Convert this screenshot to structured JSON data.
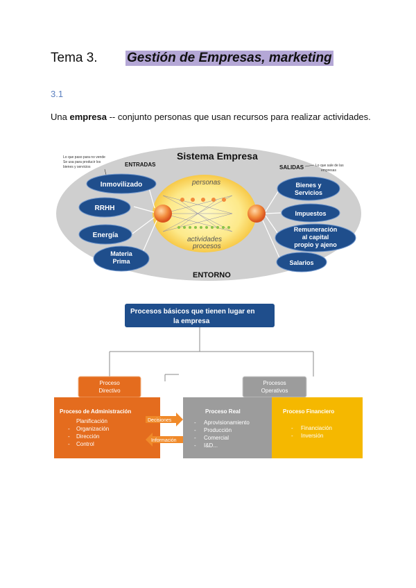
{
  "heading": {
    "tema": "Tema 3.",
    "title": "Gestión de Empresas, marketing"
  },
  "section_number": "3.1",
  "intro": {
    "prefix": "Una ",
    "bold": "empresa",
    "rest": " -- conjunto personas que usan recursos para realizar actividades."
  },
  "diagram1": {
    "title": "Sistema Empresa",
    "entradas_label": "ENTRADAS",
    "salidas_label": "SALIDAS",
    "entorno_label": "ENTORNO",
    "note_left": [
      "Lo que paso para no vende",
      "Se usa para producir los",
      "bienes y servicios"
    ],
    "note_right": [
      "Lo que sale de las",
      "empresas"
    ],
    "center_top": "personas",
    "center_bottom_1": "actividades",
    "center_bottom_2": "procesos",
    "inputs": [
      "Inmovilizado",
      "RRHH",
      "Energía",
      "Materia Prima"
    ],
    "outputs": [
      "Bienes y Servicios",
      "Impuestos",
      "Remuneración al capital propio y ajeno",
      "Salarios"
    ]
  },
  "diagram2": {
    "top": [
      "Procesos básicos que tienen lugar en",
      "la empresa"
    ],
    "directivo": [
      "Proceso",
      "Directivo"
    ],
    "operativos": [
      "Procesos",
      "Operativos"
    ],
    "admin_title": "Proceso de Administración",
    "admin_items": [
      "Planificación",
      "Organización",
      "Dirección",
      "Control"
    ],
    "real_title": "Proceso Real",
    "real_items": [
      "Aprovisionamiento",
      "Producción",
      "Comercial",
      "I&D..."
    ],
    "fin_title": "Proceso Financiero",
    "fin_items": [
      "Financiación",
      "Inversión"
    ],
    "arrow_right": "Decisiones",
    "arrow_left": "Información"
  },
  "colors": {
    "title_highlight": "#b4a7d6",
    "blue_dark": "#1f4e8c",
    "orange": "#e46c1e",
    "gray": "#9c9c9c",
    "gold": "#f5b800"
  }
}
